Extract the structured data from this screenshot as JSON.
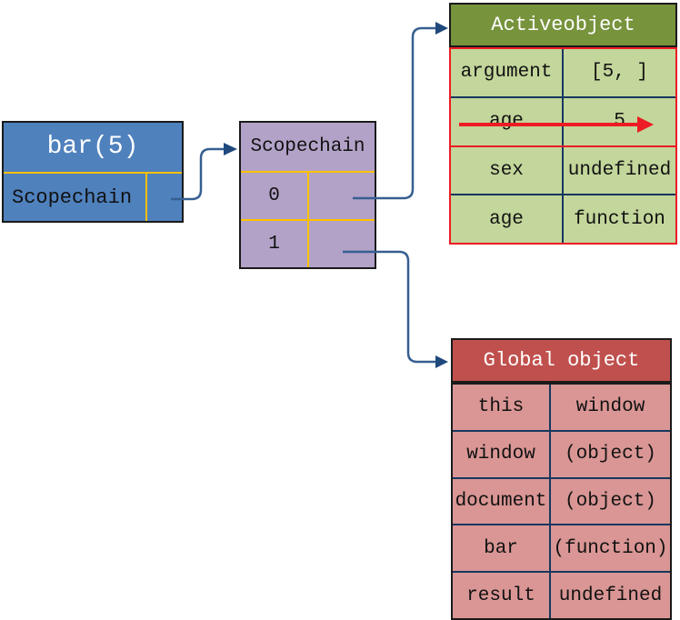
{
  "call_box": {
    "title": "bar(5)",
    "slot_label": "Scopechain"
  },
  "scope_box": {
    "title": "Scopechain",
    "items": [
      "0",
      "1"
    ]
  },
  "active_object": {
    "title": "Activeobject",
    "rows": [
      {
        "key": "argument",
        "value": "[5, ]"
      },
      {
        "key": "age",
        "value": "5",
        "struck": true
      },
      {
        "key": "sex",
        "value": "undefined"
      },
      {
        "key": "age",
        "value": "function"
      }
    ]
  },
  "global_object": {
    "title": "Global object",
    "rows": [
      {
        "key": "this",
        "value": "window"
      },
      {
        "key": "window",
        "value": "(object)"
      },
      {
        "key": "document",
        "value": "(object)"
      },
      {
        "key": "bar",
        "value": "(function)"
      },
      {
        "key": "result",
        "value": "undefined"
      }
    ]
  },
  "colors": {
    "call_box_fill": "#4f81bd",
    "scope_box_fill": "#b2a2c7",
    "active_header_fill": "#77933c",
    "active_row_fill": "#c3d69b",
    "global_header_fill": "#c0504d",
    "global_row_fill": "#d99694",
    "divider_yellow": "#ffc000",
    "border_red": "#ed1c24",
    "border_navy": "#17375e",
    "arrow_blue": "#365f91",
    "arrowhead_blue": "#1f497d",
    "strike_arrow_red": "#ed1c24"
  }
}
